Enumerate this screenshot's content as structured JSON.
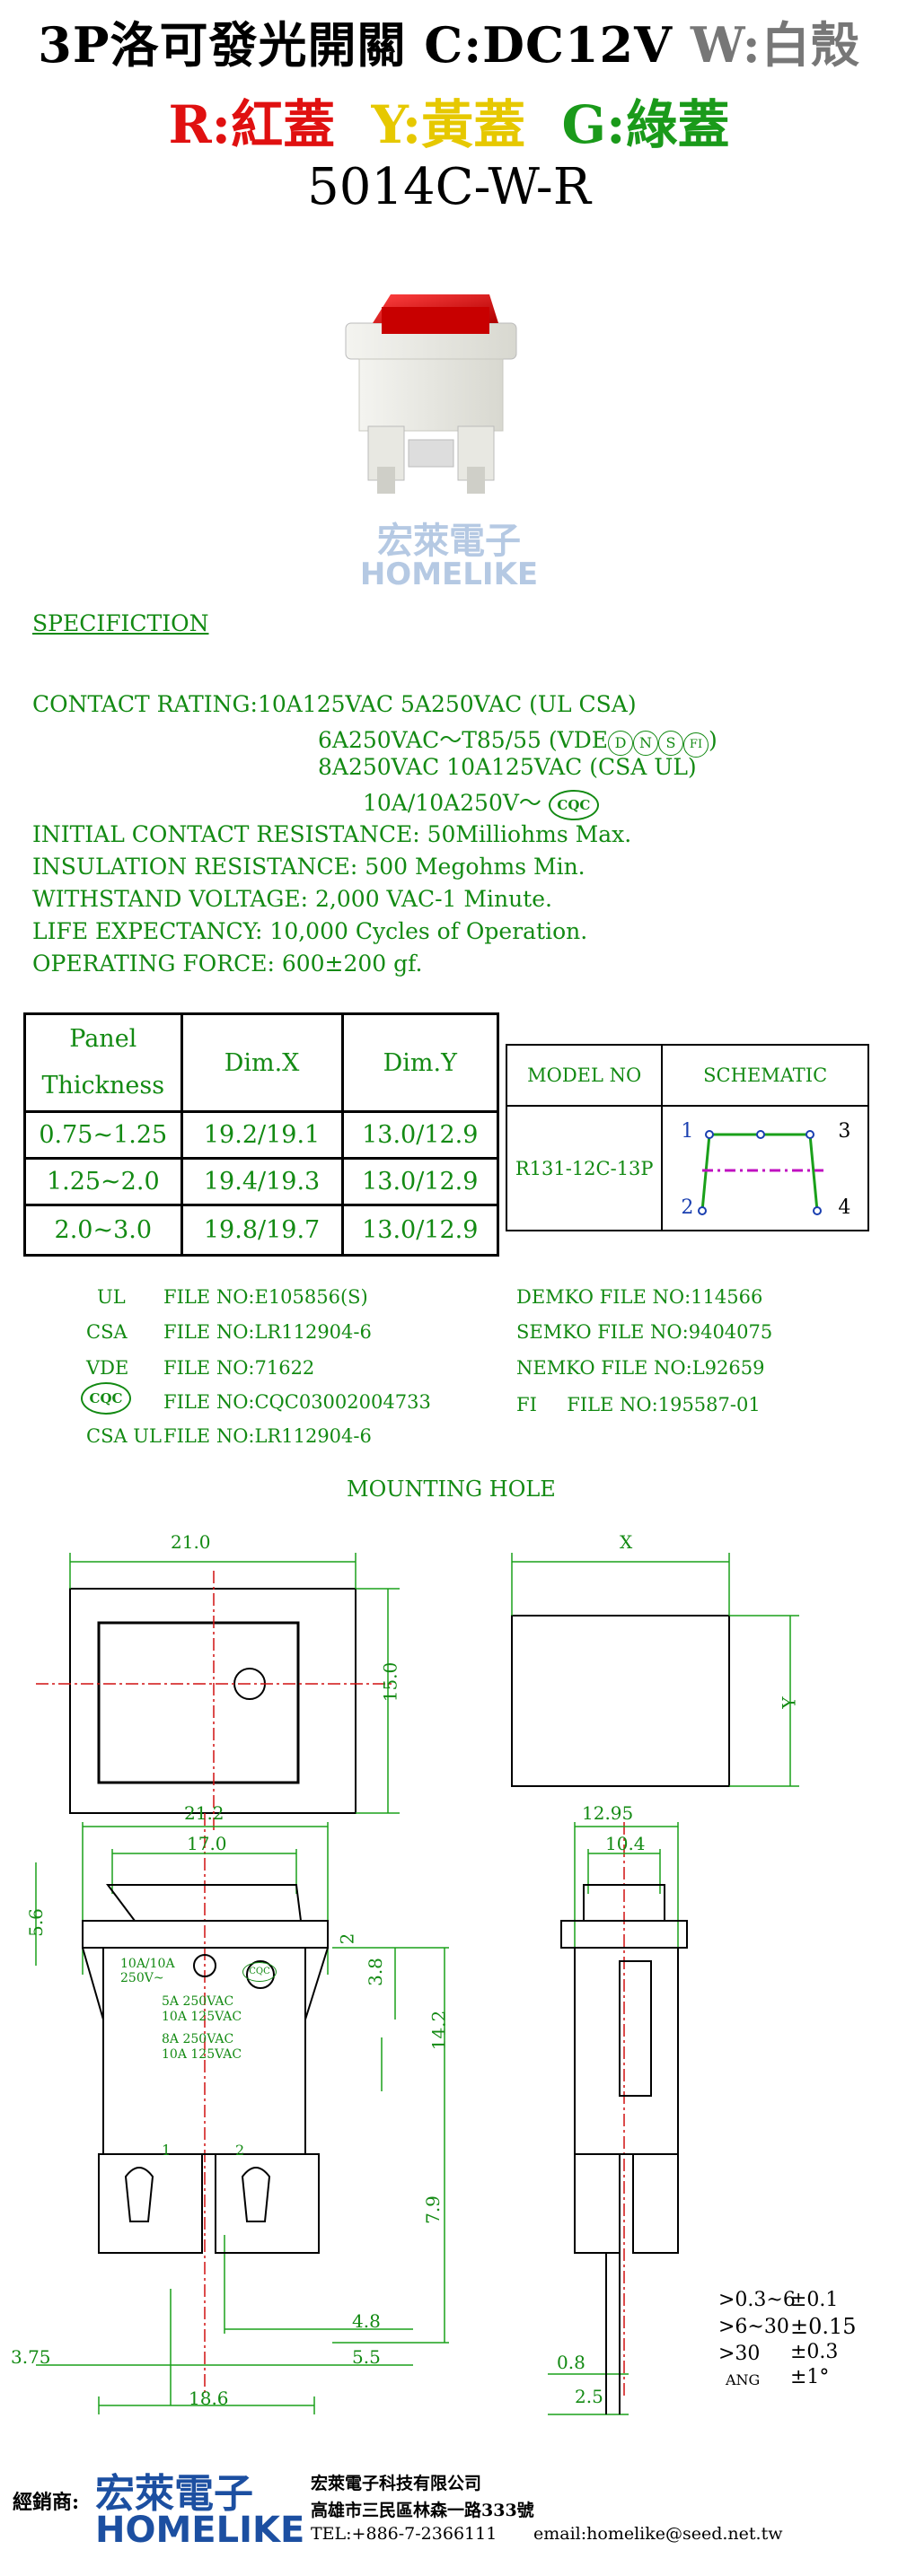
{
  "header": {
    "line1_main": "3P洛可發光開關 C:DC12V ",
    "line1_gray": "W:白殼",
    "r": "R:紅蓋",
    "y": "Y:黃蓋",
    "g": "G:綠蓋",
    "model": "5014C-W-R"
  },
  "logo": {
    "cn": "宏萊電子",
    "en": "HOMELIKE"
  },
  "spec": {
    "title": "SPECIFICTION",
    "rating1": "CONTACT RATING:10A125VAC 5A250VAC (UL CSA)",
    "rating2": "6A250VAC～T85/55 (VDE",
    "rating2_marks": [
      "D",
      "N",
      "S",
      "FI"
    ],
    "rating2_end": ")",
    "rating3": "8A250VAC 10A125VAC (CSA UL)",
    "rating4": "10A/10A250V～",
    "cqc": "CQC",
    "line5": "INITIAL CONTACT RESISTANCE: 50Milliohms Max.",
    "line6": "INSULATION RESISTANCE: 500 Megohms Min.",
    "line7": "WITHSTAND VOLTAGE: 2,000 VAC-1 Minute.",
    "line8": "LIFE EXPECTANCY: 10,000 Cycles of Operation.",
    "line9": "OPERATING FORCE: 600±200 gf."
  },
  "panel_table": {
    "headers": [
      "Panel\nThickness",
      "Dim.X",
      "Dim.Y"
    ],
    "h0a": "Panel",
    "h0b": "Thickness",
    "h1": "Dim.X",
    "h2": "Dim.Y",
    "rows": [
      [
        "0.75~1.25",
        "19.2/19.1",
        "13.0/12.9"
      ],
      [
        "1.25~2.0",
        "19.4/19.3",
        "13.0/12.9"
      ],
      [
        "2.0~3.0",
        "19.8/19.7",
        "13.0/12.9"
      ]
    ]
  },
  "model_table": {
    "h_model": "MODEL NO",
    "h_schem": "SCHEMATIC",
    "model": "R131-12C-13P",
    "pins": [
      "1",
      "2",
      "3",
      "4"
    ]
  },
  "files_left": [
    {
      "label": "UL",
      "value": "FILE NO:E105856(S)"
    },
    {
      "label": "CSA",
      "value": "FILE NO:LR112904-6"
    },
    {
      "label": "VDE",
      "value": "FILE NO:71622"
    },
    {
      "label": "",
      "value": "FILE NO:CQC03002004733"
    },
    {
      "label": "CSA UL",
      "value": "FILE NO:LR112904-6"
    }
  ],
  "files_right": [
    "DEMKO FILE NO:114566",
    "SEMKO FILE NO:9404075",
    "NEMKO FILE NO:L92659",
    "FI     FILE NO:195587-01"
  ],
  "mounting": {
    "title": "MOUNTING HOLE",
    "w": "21.0",
    "h": "15.0",
    "x": "X",
    "y": "Y"
  },
  "dims": {
    "d212": "21.2",
    "d170": "17.0",
    "d56": "5.6",
    "d2": "2",
    "d38": "3.8",
    "d142": "14.2",
    "d79": "7.9",
    "d48": "4.8",
    "d55": "5.5",
    "d375": "3.75",
    "d186": "18.6",
    "d1295": "12.95",
    "d104": "10.4",
    "d08": "0.8",
    "d25": "2.5",
    "body_l1": "10A/10A",
    "body_l2": "250V~",
    "body_r1": "5A  250VAC",
    "body_r2": "10A  125VAC",
    "body_r3": "8A  250VAC",
    "body_r4": "10A  125VAC",
    "pin1": "1",
    "pin2": "2"
  },
  "tolerances": [
    {
      "range": ">0.3~6",
      "value": "±0.1"
    },
    {
      "range": ">6~30",
      "value": "±0.15"
    },
    {
      "range": ">30",
      "value": "±0.3"
    },
    {
      "range": "ANG",
      "value": "±1°"
    }
  ],
  "footer": {
    "dealer": "經銷商:",
    "brand_cn": "宏萊電子",
    "brand_en": "HOMELIKE",
    "company": "宏萊電子科技有限公司",
    "address": "高雄市三民區林森一路333號",
    "tel": "TEL:+886-7-2366111",
    "email": "email:homelike@seed.net.tw"
  },
  "colors": {
    "red": "#e01010",
    "yellow": "#e6c800",
    "green": "#138a13",
    "dim_green": "#1aa01a",
    "center_red": "#d01010",
    "brand_blue": "#1c4fa1"
  }
}
